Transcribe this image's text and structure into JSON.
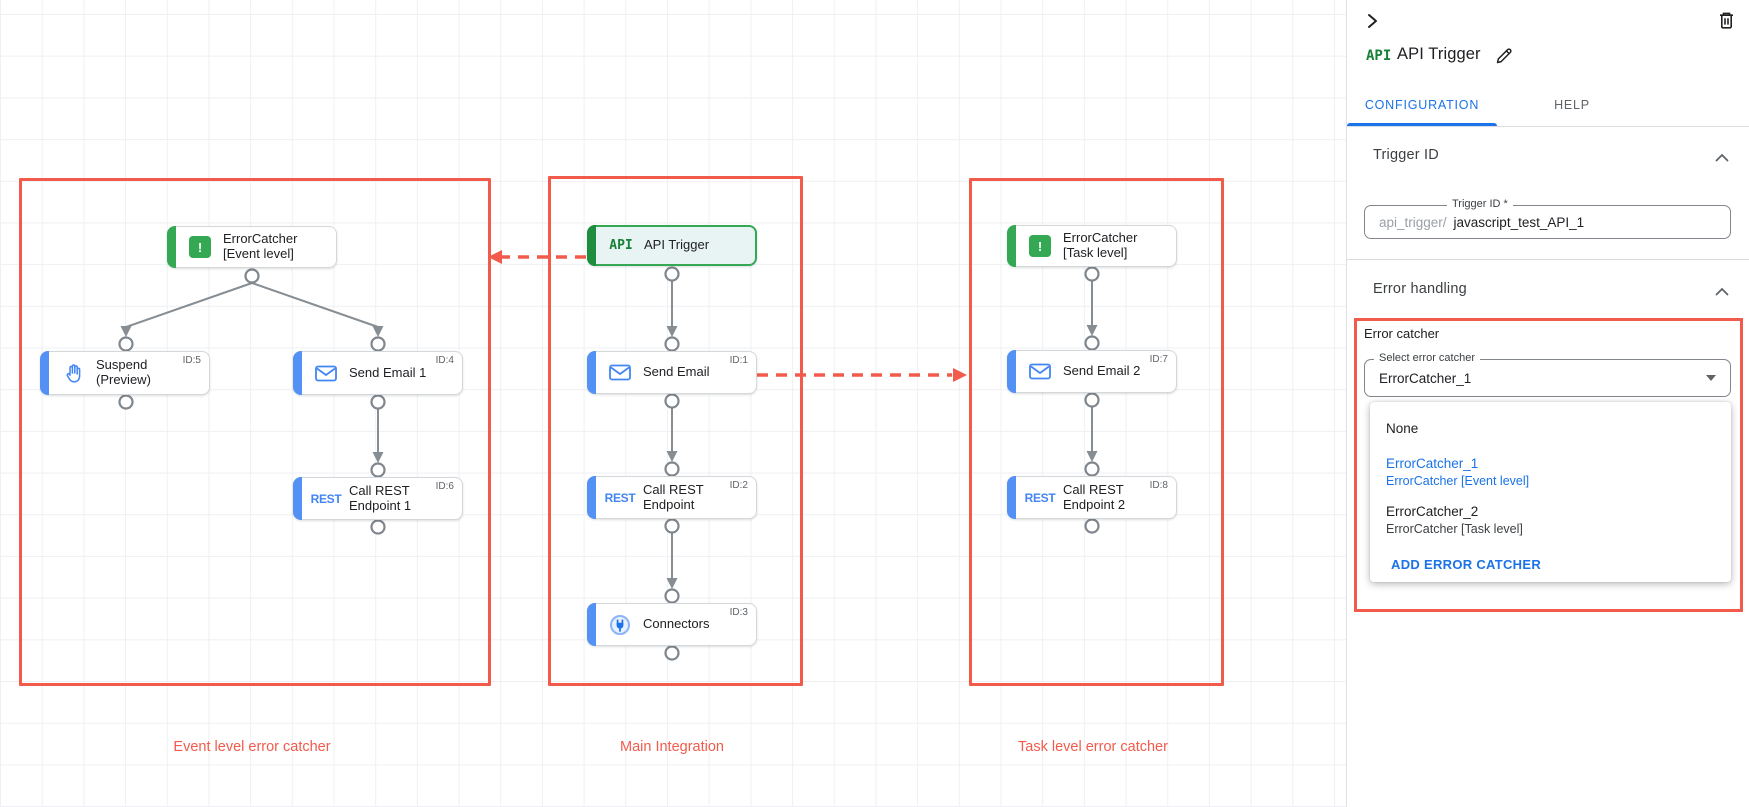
{
  "colors": {
    "annotation_red": "#F25B4C",
    "accent_blue": "#1a73e8",
    "node_blue": "#4285f4",
    "node_green": "#34a853",
    "error_dot_red": "#c5221f"
  },
  "canvas": {
    "groups": {
      "event": "Event level error catcher",
      "main": "Main Integration",
      "task": "Task level error catcher"
    },
    "rest_icon_text": "REST",
    "api_icon_text": "API",
    "error_icon_glyph": "!",
    "nodes": {
      "ec_event": {
        "label": "ErrorCatcher [Event level]",
        "badge": ""
      },
      "suspend": {
        "label": "Suspend (Preview)",
        "badge": "ID:5"
      },
      "send_email_1": {
        "label": "Send Email 1",
        "badge": "ID:4"
      },
      "rest_1": {
        "label": "Call REST Endpoint 1",
        "badge": "ID:6"
      },
      "api_trigger": {
        "label": "API Trigger",
        "badge": ""
      },
      "send_email": {
        "label": "Send Email",
        "badge": "ID:1"
      },
      "rest": {
        "label": "Call REST Endpoint",
        "badge": "ID:2"
      },
      "connectors": {
        "label": "Connectors",
        "badge": "ID:3"
      },
      "ec_task": {
        "label": "ErrorCatcher [Task level]",
        "badge": ""
      },
      "send_email_2": {
        "label": "Send Email 2",
        "badge": "ID:7"
      },
      "rest_2": {
        "label": "Call REST Endpoint 2",
        "badge": "ID:8"
      }
    }
  },
  "panel": {
    "logo_text": "API",
    "title": "API Trigger",
    "tabs": {
      "configuration": "CONFIGURATION",
      "help": "HELP"
    },
    "trigger_id": {
      "heading": "Trigger ID",
      "field_label": "Trigger ID *",
      "prefix": "api_trigger/",
      "value": "javascript_test_API_1"
    },
    "error_handling": {
      "heading": "Error handling",
      "label": "Error catcher",
      "select_label": "Select error catcher",
      "select_value": "ErrorCatcher_1",
      "option_none": "None",
      "opt1_name": "ErrorCatcher_1",
      "opt1_desc": "ErrorCatcher [Event level]",
      "opt2_name": "ErrorCatcher_2",
      "opt2_desc": "ErrorCatcher [Task level]",
      "add_button": "ADD ERROR CATCHER"
    }
  }
}
